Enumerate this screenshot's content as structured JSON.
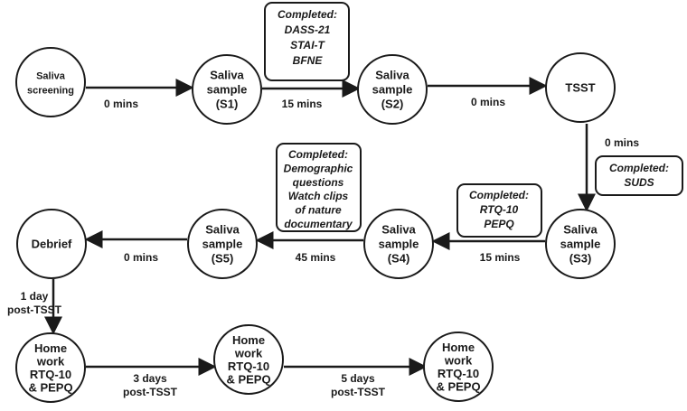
{
  "nodes": {
    "saliva_screening": [
      "Saliva",
      "screening"
    ],
    "s1": [
      "Saliva",
      "sample",
      "(S1)"
    ],
    "s2": [
      "Saliva",
      "sample",
      "(S2)"
    ],
    "tsst": [
      "TSST"
    ],
    "s3": [
      "Saliva",
      "sample",
      "(S3)"
    ],
    "s4": [
      "Saliva",
      "sample",
      "(S4)"
    ],
    "s5": [
      "Saliva",
      "sample",
      "(S5)"
    ],
    "debrief": [
      "Debrief"
    ],
    "homework1": [
      "Home",
      "work",
      "RTQ-10",
      "& PEPQ"
    ],
    "homework2": [
      "Home",
      "work",
      "RTQ-10",
      "& PEPQ"
    ],
    "homework3": [
      "Home",
      "work",
      "RTQ-10",
      "& PEPQ"
    ]
  },
  "edges": {
    "screening_to_s1": [
      "0 mins"
    ],
    "s1_to_s2": [
      "15 mins"
    ],
    "s2_to_tsst": [
      "0 mins"
    ],
    "tsst_to_s3": [
      "0 mins"
    ],
    "s3_to_s4": [
      "15 mins"
    ],
    "s4_to_s5": [
      "45 mins"
    ],
    "s5_to_debrief": [
      "0 mins"
    ],
    "debrief_to_homework1": [
      "1 day",
      "post-TSST"
    ],
    "homework1_to_homework2": [
      "3 days",
      "post-TSST"
    ],
    "homework2_to_homework3": [
      "5 days",
      "post-TSST"
    ]
  },
  "notes": {
    "note_s1_s2": [
      "Completed:",
      "DASS-21",
      "STAI-T",
      "BFNE"
    ],
    "note_tsst_s3": [
      "Completed:",
      "SUDS"
    ],
    "note_s3_s4": [
      "Completed:",
      "RTQ-10",
      "PEPQ"
    ],
    "note_s4_s5": [
      "Completed:",
      "Demographic",
      "questions",
      "Watch clips",
      "of nature",
      "documentary"
    ]
  },
  "colors": {
    "stroke": "#1a1a1a",
    "fill": "#ffffff",
    "text": "#1a1a1a"
  }
}
